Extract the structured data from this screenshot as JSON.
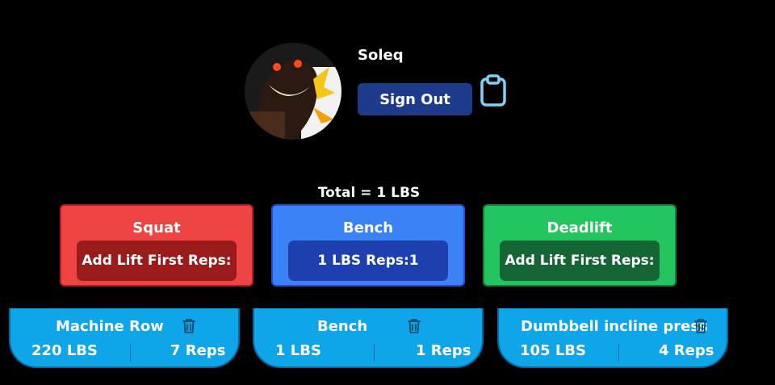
{
  "profile": {
    "username": "Soleq",
    "sign_out_label": "Sign Out"
  },
  "total": {
    "label": "Total = 1 LBS"
  },
  "lifts": [
    {
      "name": "Squat",
      "value": "Add Lift First Reps:",
      "color": "#ef4444"
    },
    {
      "name": "Bench",
      "value": "1 LBS Reps:1",
      "color": "#3b82f6"
    },
    {
      "name": "Deadlift",
      "value": "Add Lift First Reps:",
      "color": "#22c55e"
    }
  ],
  "entries": [
    {
      "name": "Machine Row",
      "weight": "220 LBS",
      "reps": "7 Reps"
    },
    {
      "name": "Bench",
      "weight": "1 LBS",
      "reps": "1 Reps"
    },
    {
      "name": "Dumbbell incline press",
      "weight": "105 LBS",
      "reps": "4 Reps"
    }
  ],
  "icons": {
    "avatar": "profile-avatar",
    "clipboard": "clipboard-icon",
    "trash": "trash-icon"
  },
  "colors": {
    "entry_bg": "#0ea5e9",
    "sign_out_bg": "#1e3a8a",
    "clipboard": "#7dd3fc"
  }
}
